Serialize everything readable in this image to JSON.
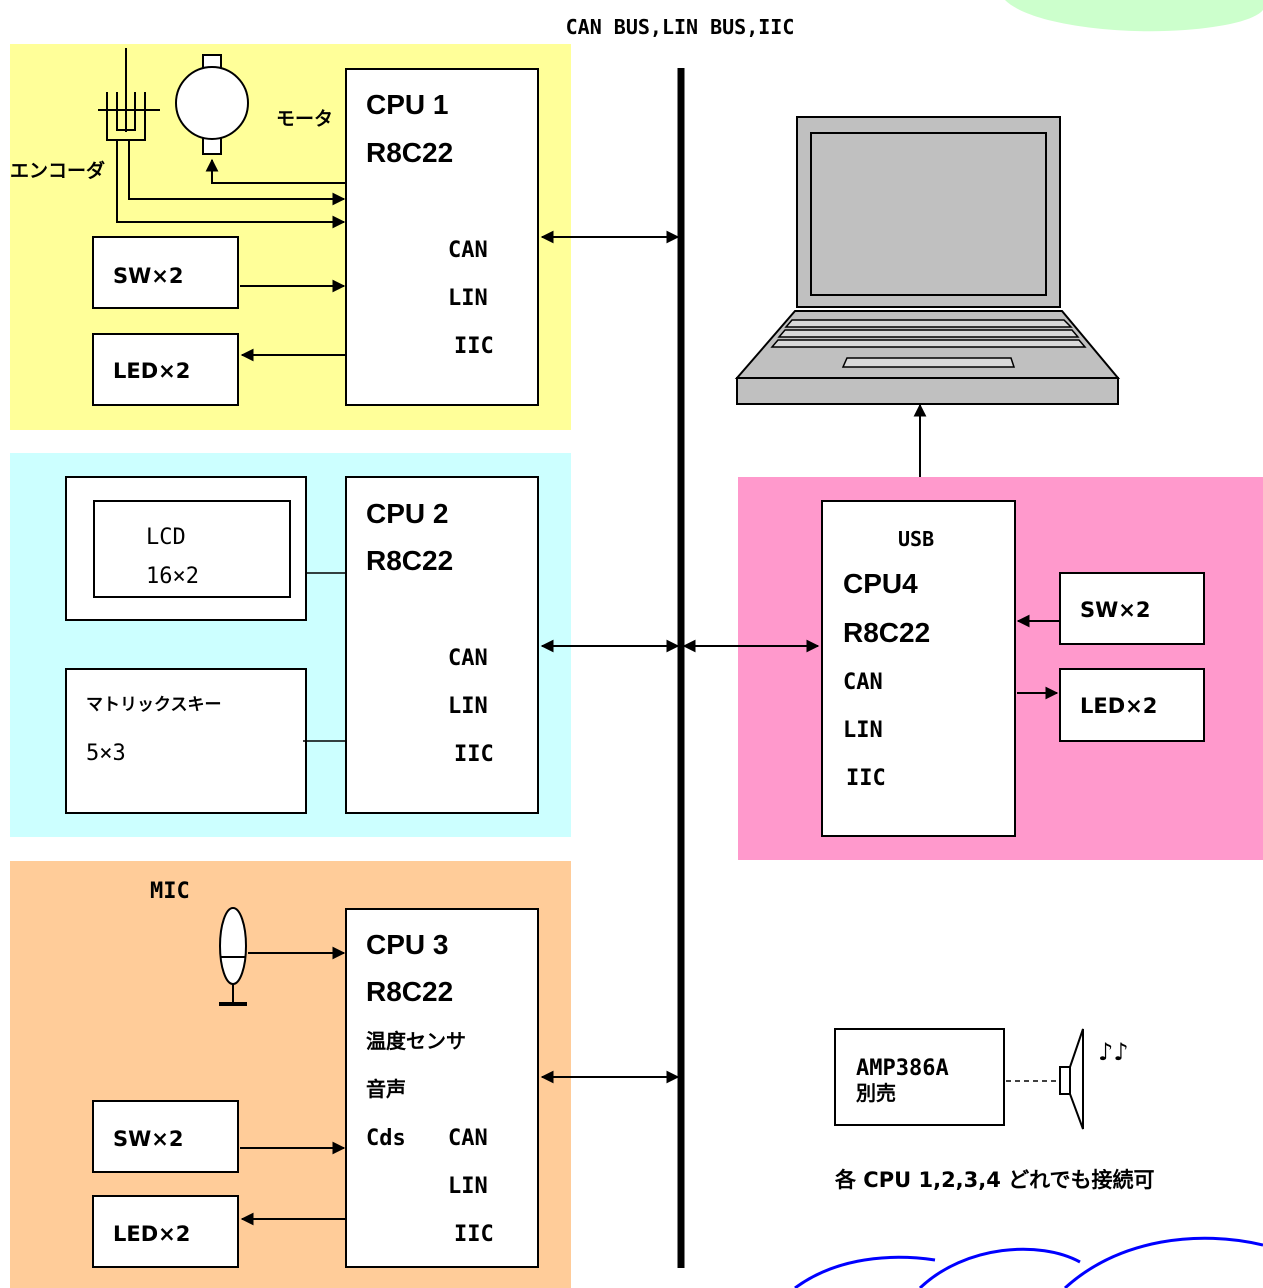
{
  "bus_label": "CAN BUS,LIN BUS,IIC",
  "cpu1": {
    "title": "CPU 1",
    "model": "R8C22",
    "ports": [
      "CAN",
      "LIN",
      "IIC"
    ],
    "motor_label": "モータ",
    "encoder_label": "エンコーダ",
    "sw_label": "SW×2",
    "led_label": "LED×2"
  },
  "cpu2": {
    "title": "CPU 2",
    "model": "R8C22",
    "ports": [
      "CAN",
      "LIN",
      "IIC"
    ],
    "lcd_label": "LCD",
    "lcd_size": "16×2",
    "keypad_label": "マトリックスキー",
    "keypad_size": "5×3"
  },
  "cpu3": {
    "title": "CPU 3",
    "model": "R8C22",
    "mic_label": "MIC",
    "features": [
      "温度センサ",
      "音声",
      "Cds"
    ],
    "ports": [
      "CAN",
      "LIN",
      "IIC"
    ],
    "sw_label": "SW×2",
    "led_label": "LED×2"
  },
  "cpu4": {
    "usb_label": "USB",
    "title": "CPU4",
    "model": "R8C22",
    "ports": [
      "CAN",
      "LIN",
      "IIC"
    ],
    "sw_label": "SW×2",
    "led_label": "LED×2"
  },
  "amp": {
    "name": "AMP386A",
    "note": "別売",
    "music_glyph": "♪♪",
    "caption": "各 CPU 1,2,3,4 どれでも接続可"
  },
  "colors": {
    "cpu1_bg": "#FFFF99",
    "cpu2_bg": "#CCFFFF",
    "cpu3_bg": "#FFCC99",
    "cpu4_bg": "#FF99CC",
    "cloud_top": "#CCFFCC",
    "cloud_bottom": "#0000FF"
  }
}
